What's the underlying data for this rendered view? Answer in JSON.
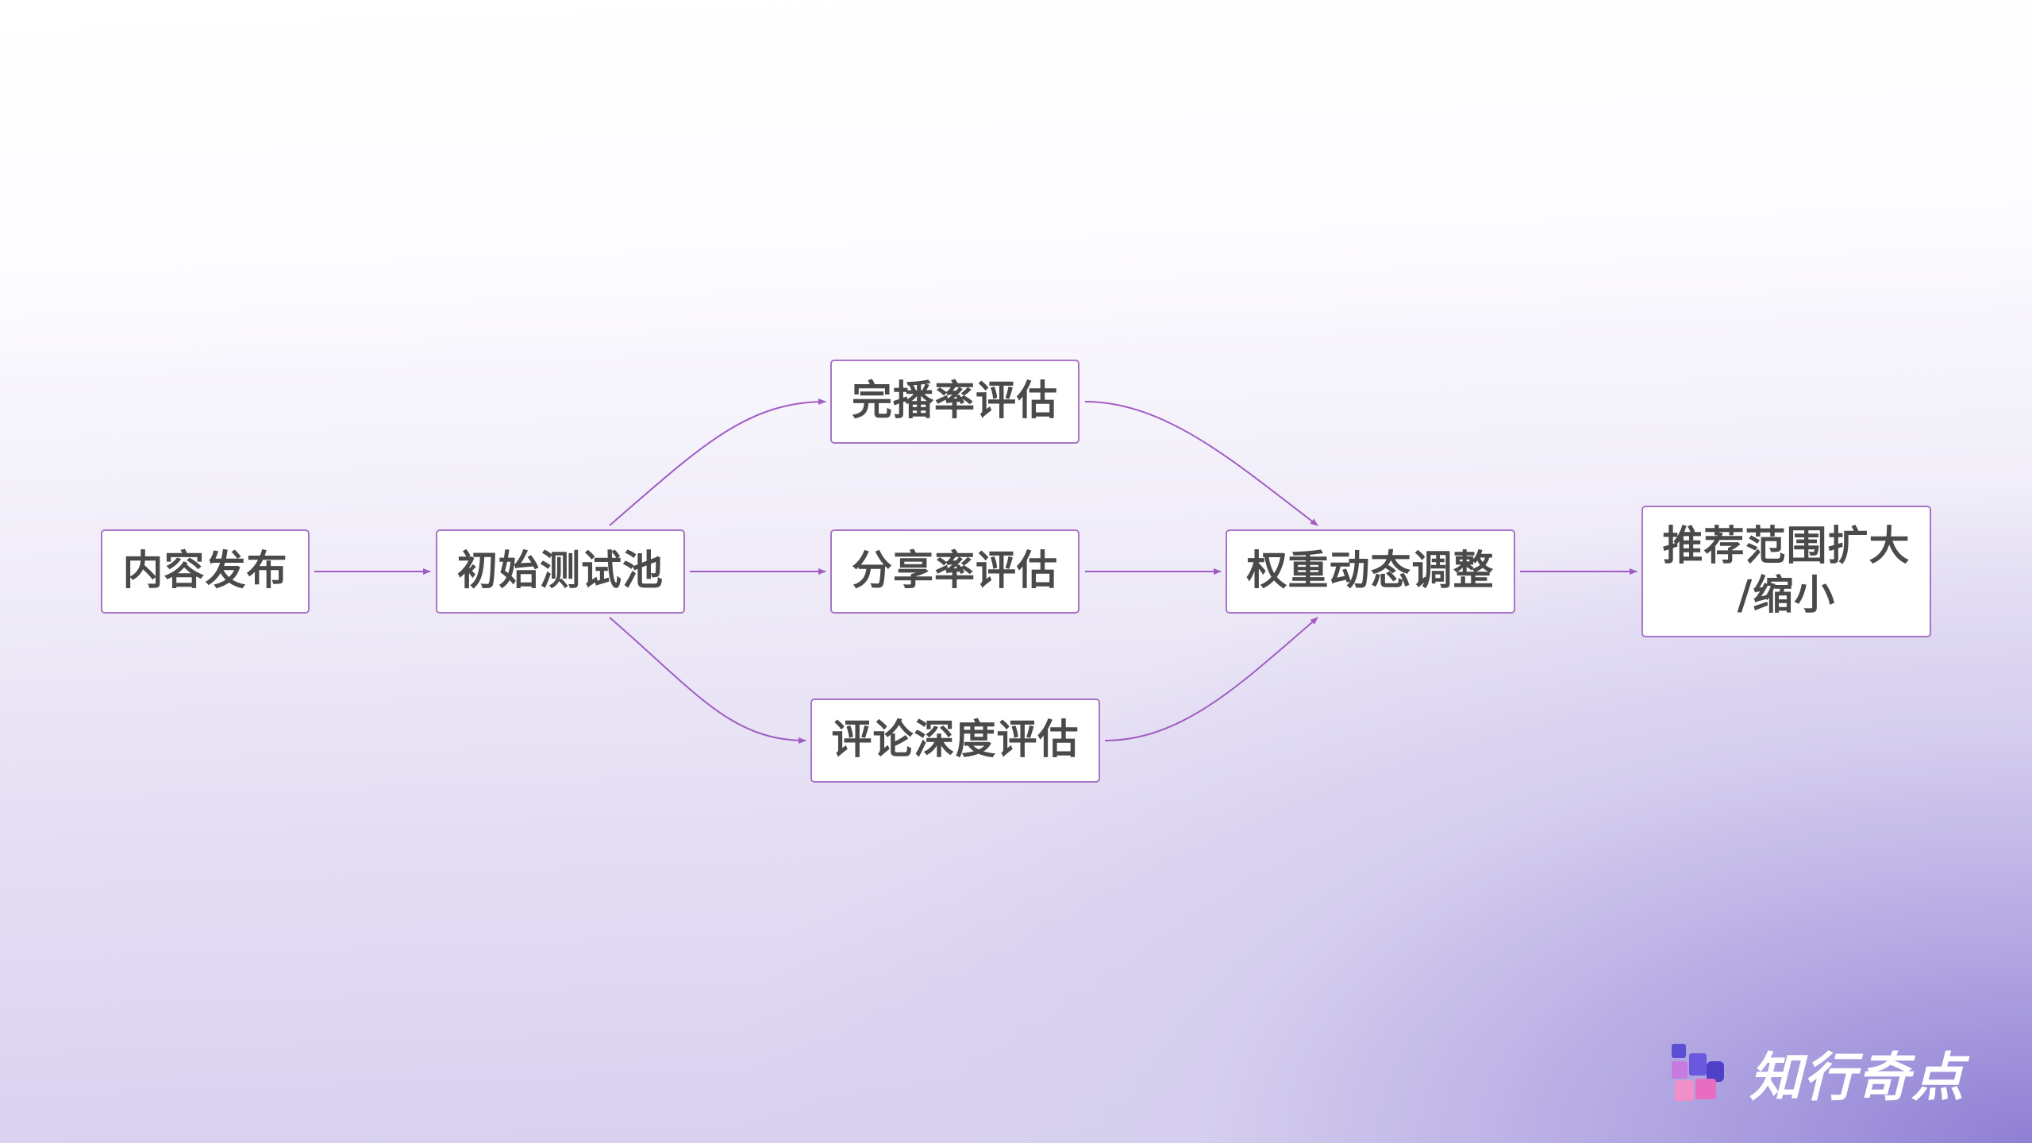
{
  "nodes": {
    "publish": "内容发布",
    "test_pool": "初始测试池",
    "completion_rate": "完播率评估",
    "share_rate": "分享率评估",
    "comment_depth": "评论深度评估",
    "weight_adjust": "权重动态调整",
    "recommend_range": "推荐范围扩大\n/缩小"
  },
  "brand": {
    "name": "知行奇点",
    "logo_icon": "pixel-squares-logo-icon"
  },
  "colors": {
    "connector": "#a15cc4",
    "node_border": "#a874c6",
    "node_text": "#4a4a4a"
  }
}
